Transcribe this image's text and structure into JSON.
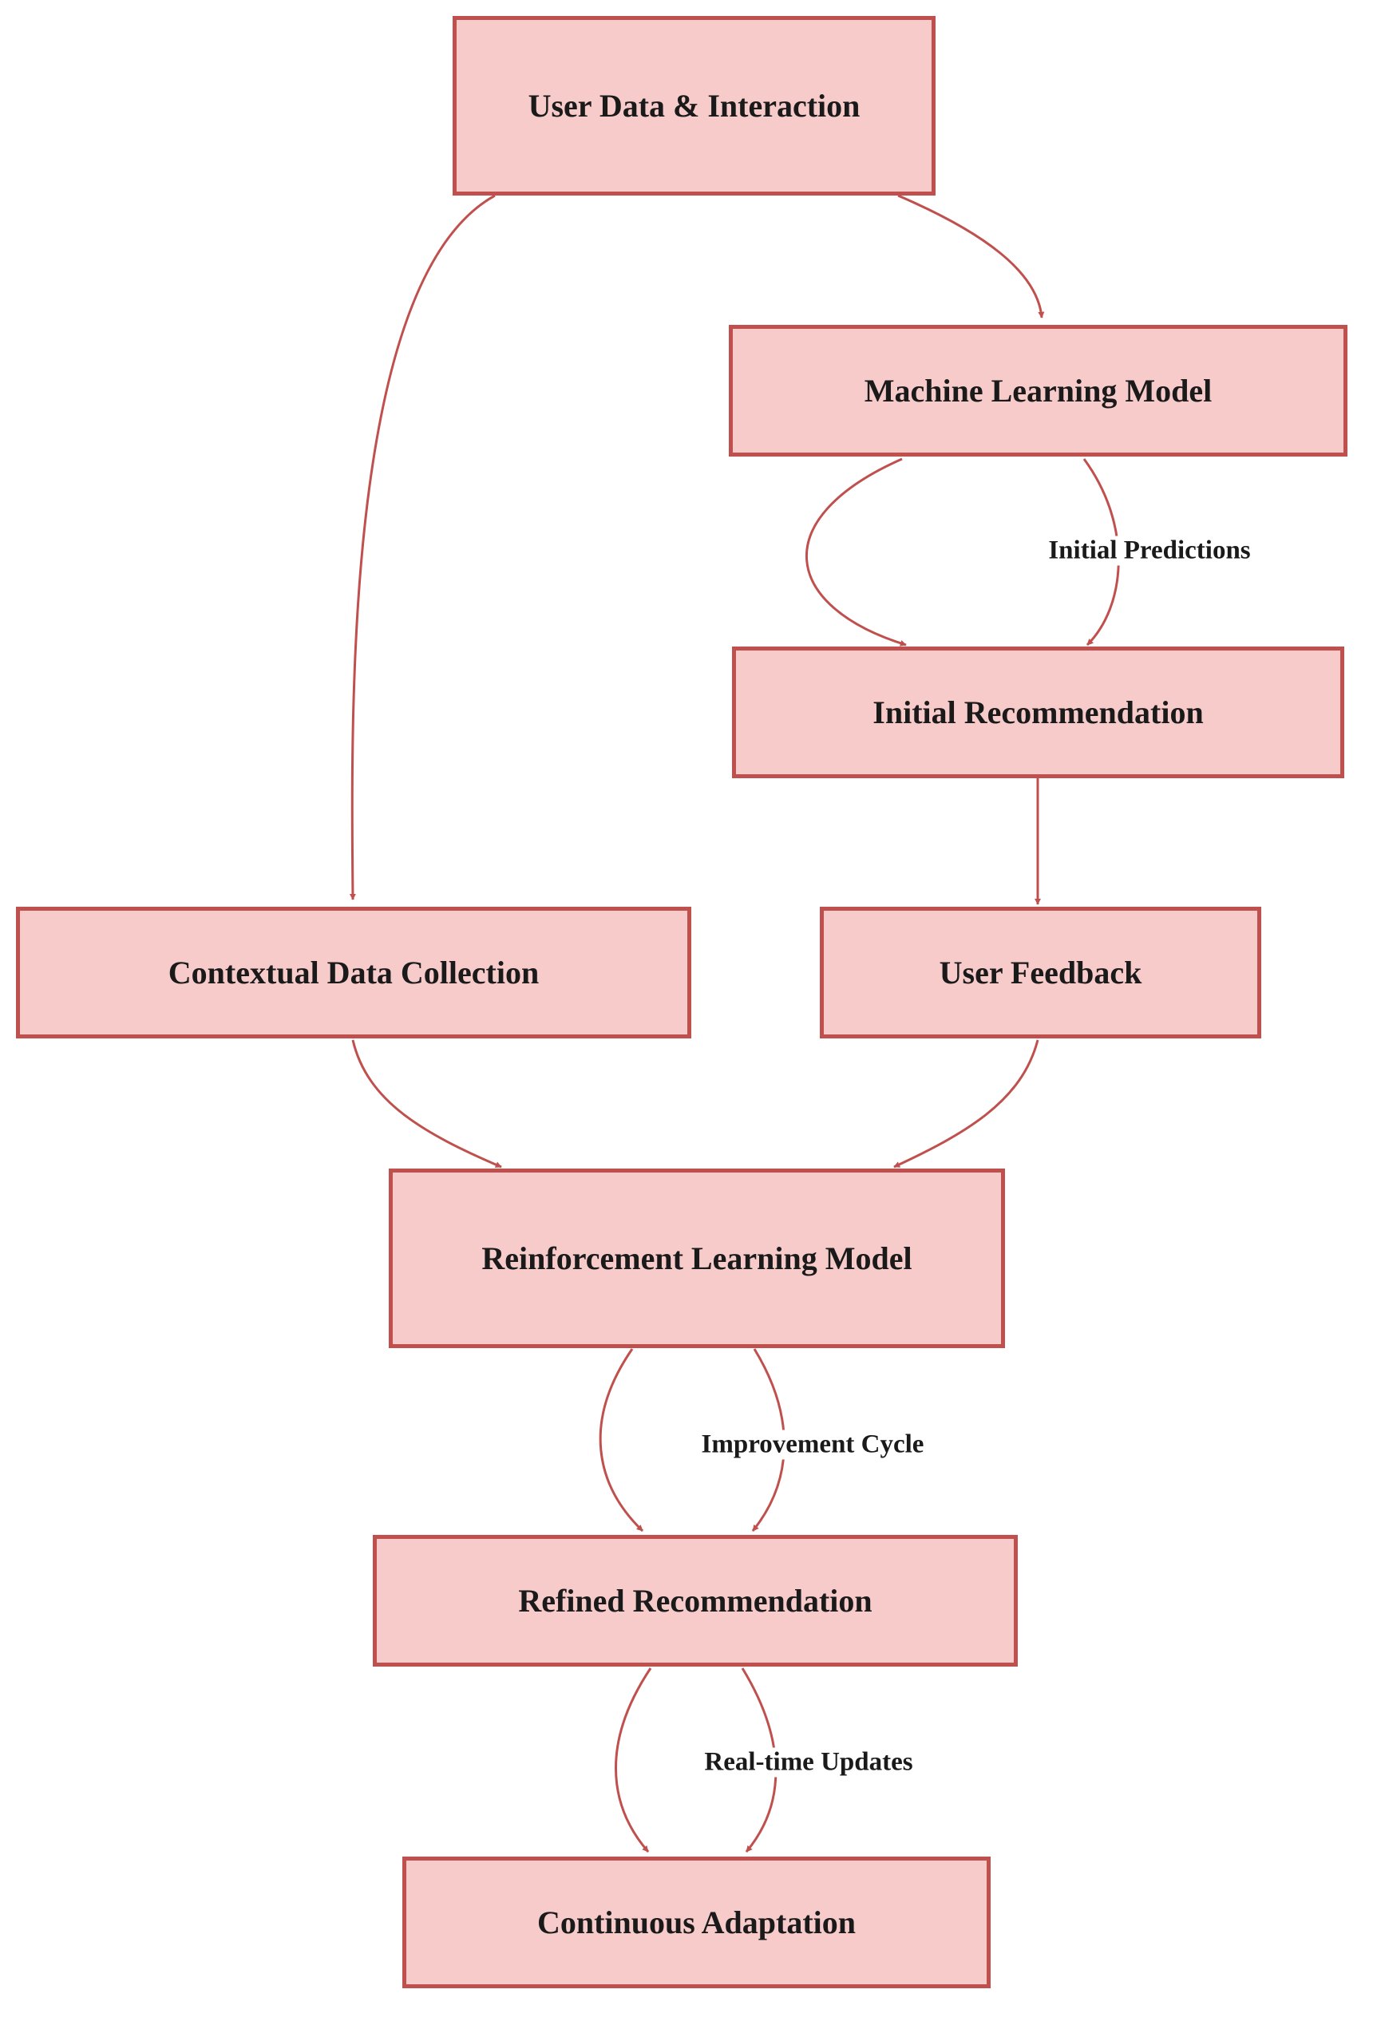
{
  "colors": {
    "node_fill": "#f8cbcb",
    "node_border": "#c0504d",
    "edge": "#c0504d",
    "text": "#1a1a1a"
  },
  "nodes": {
    "user_data": "User Data & Interaction",
    "ml_model": "Machine Learning Model",
    "initial_rec": "Initial Recommendation",
    "contextual": "Contextual Data Collection",
    "user_feedback": "User Feedback",
    "rl_model": "Reinforcement Learning Model",
    "refined_rec": "Refined Recommendation",
    "continuous": "Continuous Adaptation"
  },
  "edges": [
    {
      "from": "user_data",
      "to": "contextual",
      "label": ""
    },
    {
      "from": "user_data",
      "to": "ml_model",
      "label": ""
    },
    {
      "from": "ml_model",
      "to": "initial_rec",
      "label": ""
    },
    {
      "from": "ml_model",
      "to": "initial_rec",
      "label": "Initial Predictions"
    },
    {
      "from": "initial_rec",
      "to": "user_feedback",
      "label": ""
    },
    {
      "from": "contextual",
      "to": "rl_model",
      "label": ""
    },
    {
      "from": "user_feedback",
      "to": "rl_model",
      "label": ""
    },
    {
      "from": "rl_model",
      "to": "refined_rec",
      "label": ""
    },
    {
      "from": "rl_model",
      "to": "refined_rec",
      "label": "Improvement Cycle"
    },
    {
      "from": "refined_rec",
      "to": "continuous",
      "label": ""
    },
    {
      "from": "refined_rec",
      "to": "continuous",
      "label": "Real-time Updates"
    }
  ]
}
